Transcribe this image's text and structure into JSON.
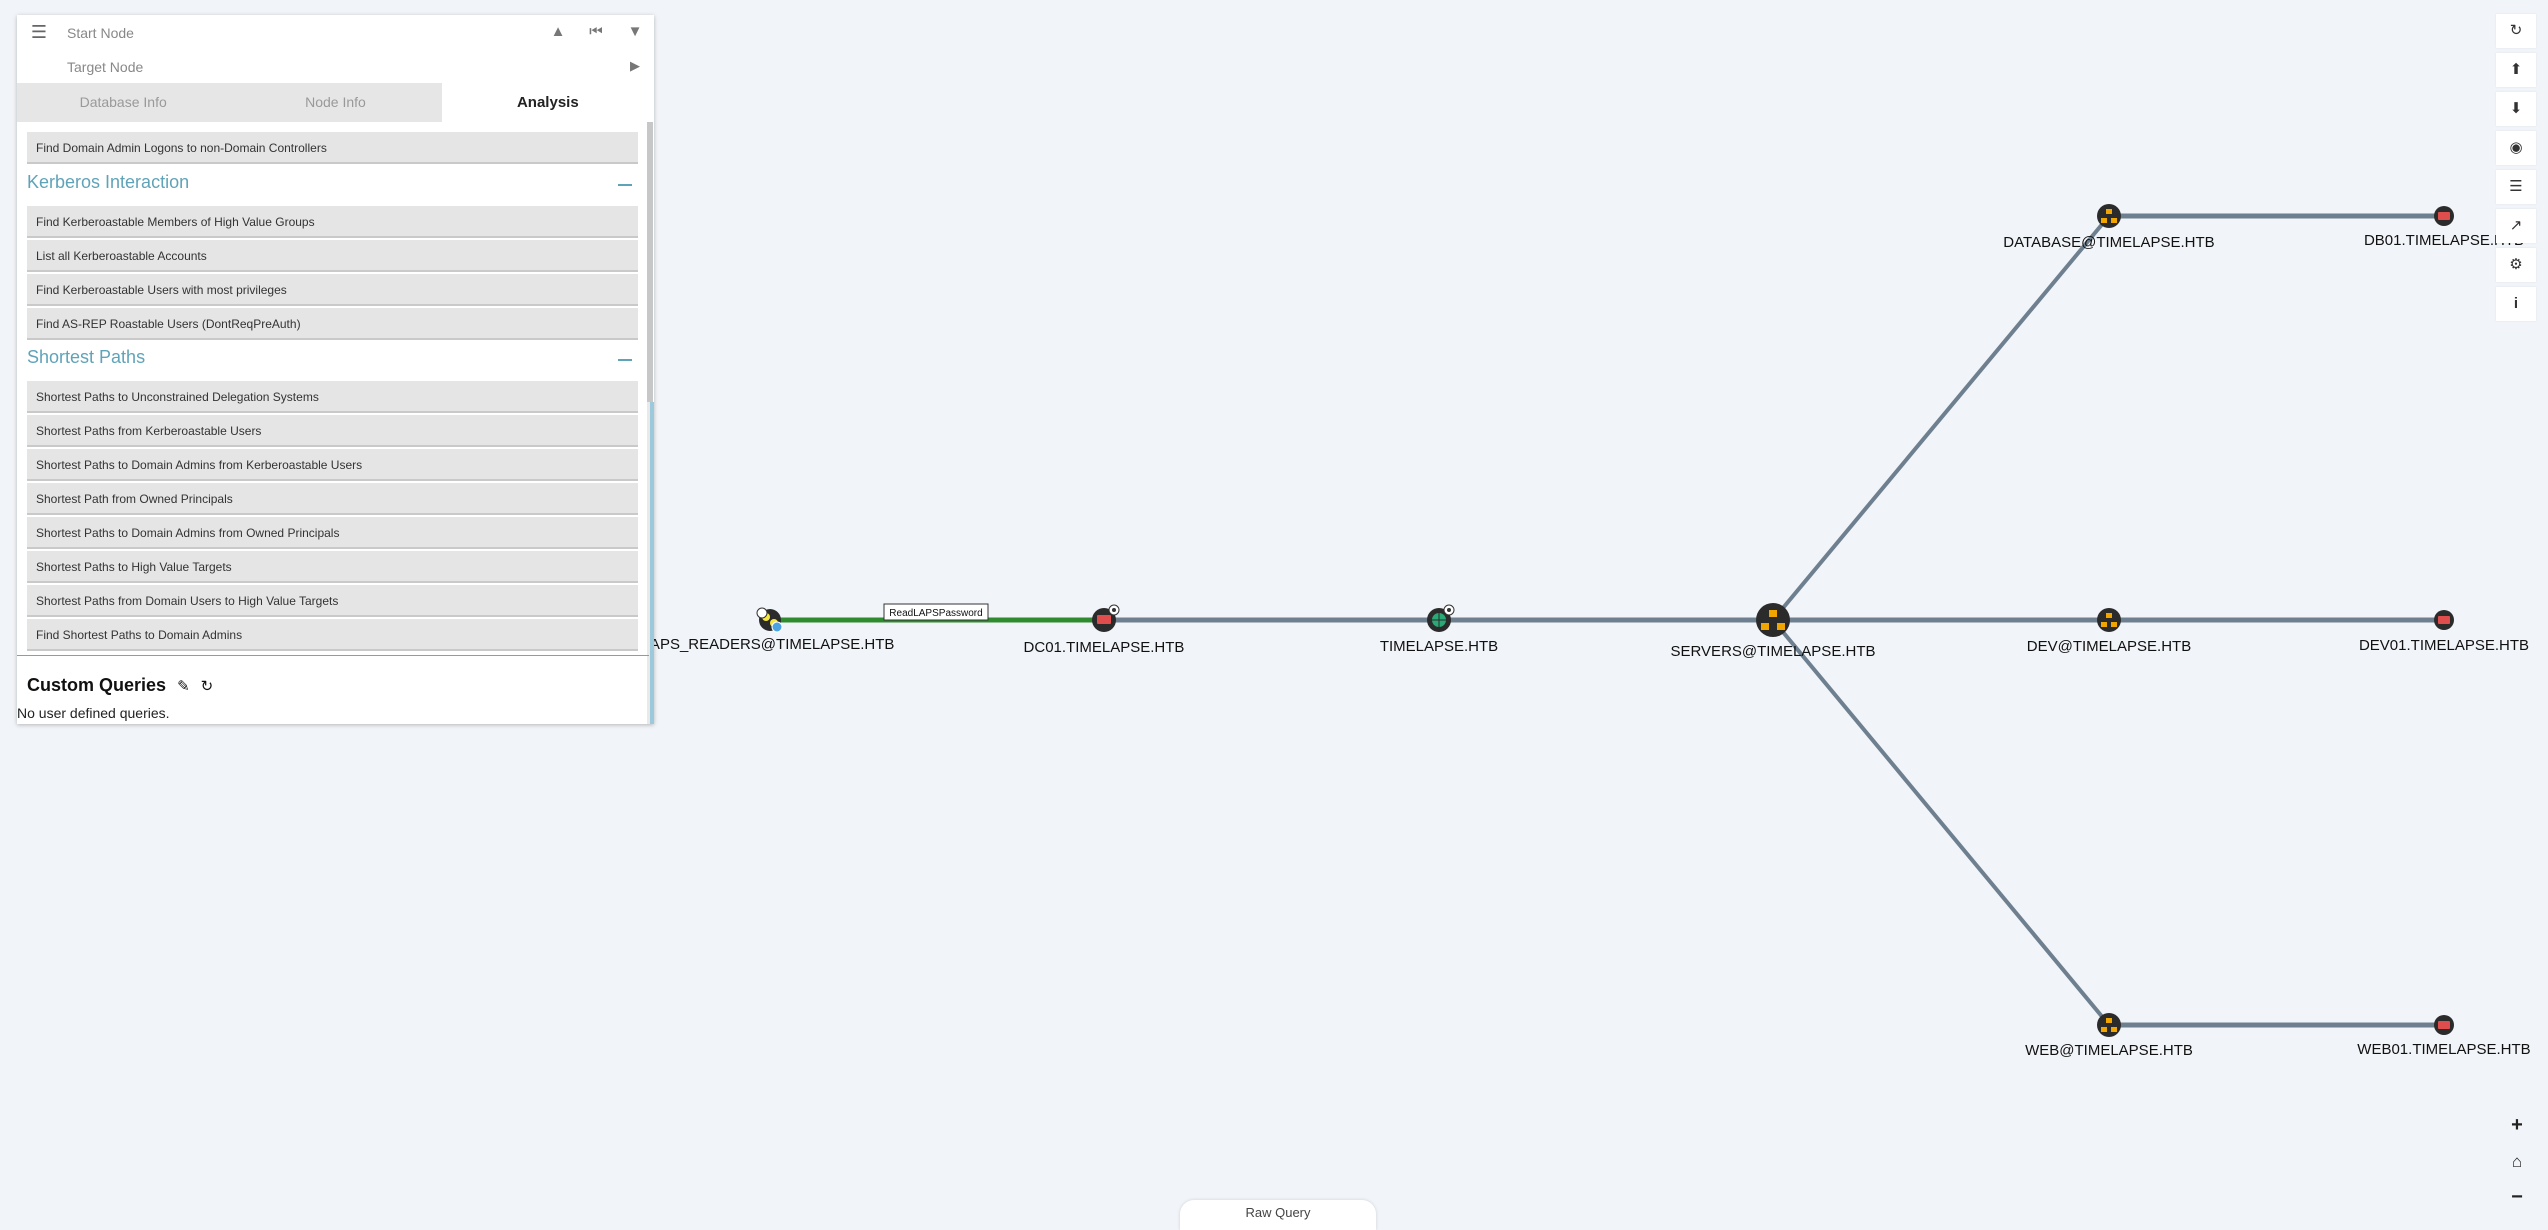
{
  "search": {
    "start_placeholder": "Start Node",
    "target_placeholder": "Target Node",
    "menu_icon": "hamburger-icon",
    "path_icon": "road-icon",
    "back_icon": "step-backward-icon",
    "filter_icon": "filter-icon",
    "play_icon": "play-icon"
  },
  "tabs": [
    {
      "label": "Database Info"
    },
    {
      "label": "Node Info"
    },
    {
      "label": "Analysis"
    }
  ],
  "analysis": {
    "top_item": "Find Domain Admin Logons to non-Domain Controllers",
    "kerberos": {
      "title": "Kerberos Interaction",
      "items": [
        "Find Kerberoastable Members of High Value Groups",
        "List all Kerberoastable Accounts",
        "Find Kerberoastable Users with most privileges",
        "Find AS-REP Roastable Users (DontReqPreAuth)"
      ]
    },
    "shortest": {
      "title": "Shortest Paths",
      "items": [
        "Shortest Paths to Unconstrained Delegation Systems",
        "Shortest Paths from Kerberoastable Users",
        "Shortest Paths to Domain Admins from Kerberoastable Users",
        "Shortest Path from Owned Principals",
        "Shortest Paths to Domain Admins from Owned Principals",
        "Shortest Paths to High Value Targets",
        "Shortest Paths from Domain Users to High Value Targets",
        "Find Shortest Paths to Domain Admins"
      ]
    },
    "custom": {
      "title": "Custom Queries",
      "empty": "No user defined queries."
    }
  },
  "graph": {
    "nodes": [
      {
        "id": "laps",
        "label": "LAPS_READERS@TIMELAPSE.HTB",
        "type": "group-user"
      },
      {
        "id": "dc01",
        "label": "DC01.TIMELAPSE.HTB",
        "type": "computer"
      },
      {
        "id": "domain",
        "label": "TIMELAPSE.HTB",
        "type": "domain"
      },
      {
        "id": "servers",
        "label": "SERVERS@TIMELAPSE.HTB",
        "type": "ou"
      },
      {
        "id": "database",
        "label": "DATABASE@TIMELAPSE.HTB",
        "type": "ou"
      },
      {
        "id": "db01",
        "label": "DB01.TIMELAPSE.HTB",
        "type": "computer"
      },
      {
        "id": "dev",
        "label": "DEV@TIMELAPSE.HTB",
        "type": "ou"
      },
      {
        "id": "dev01",
        "label": "DEV01.TIMELAPSE.HTB",
        "type": "computer"
      },
      {
        "id": "web",
        "label": "WEB@TIMELAPSE.HTB",
        "type": "ou"
      },
      {
        "id": "web01",
        "label": "WEB01.TIMELAPSE.HTB",
        "type": "computer"
      }
    ],
    "edge_label": "ReadLAPSPassword",
    "colors": {
      "edge": "#6e7f8f",
      "highlight_edge": "#2e8b2e",
      "ou_node": "#f0a500",
      "computer_node": "#e04d4d",
      "domain_node": "#2aa876"
    }
  },
  "toolbar": [
    {
      "icon": "refresh-icon"
    },
    {
      "icon": "upload-icon"
    },
    {
      "icon": "download-icon"
    },
    {
      "icon": "target-icon"
    },
    {
      "icon": "list-icon"
    },
    {
      "icon": "chart-icon"
    },
    {
      "icon": "settings-icon"
    },
    {
      "icon": "info-icon"
    }
  ],
  "zoom": {
    "in_icon": "zoom-in-icon",
    "home_icon": "home-icon",
    "out_icon": "zoom-out-icon"
  },
  "raw_query": {
    "label": "Raw Query"
  }
}
